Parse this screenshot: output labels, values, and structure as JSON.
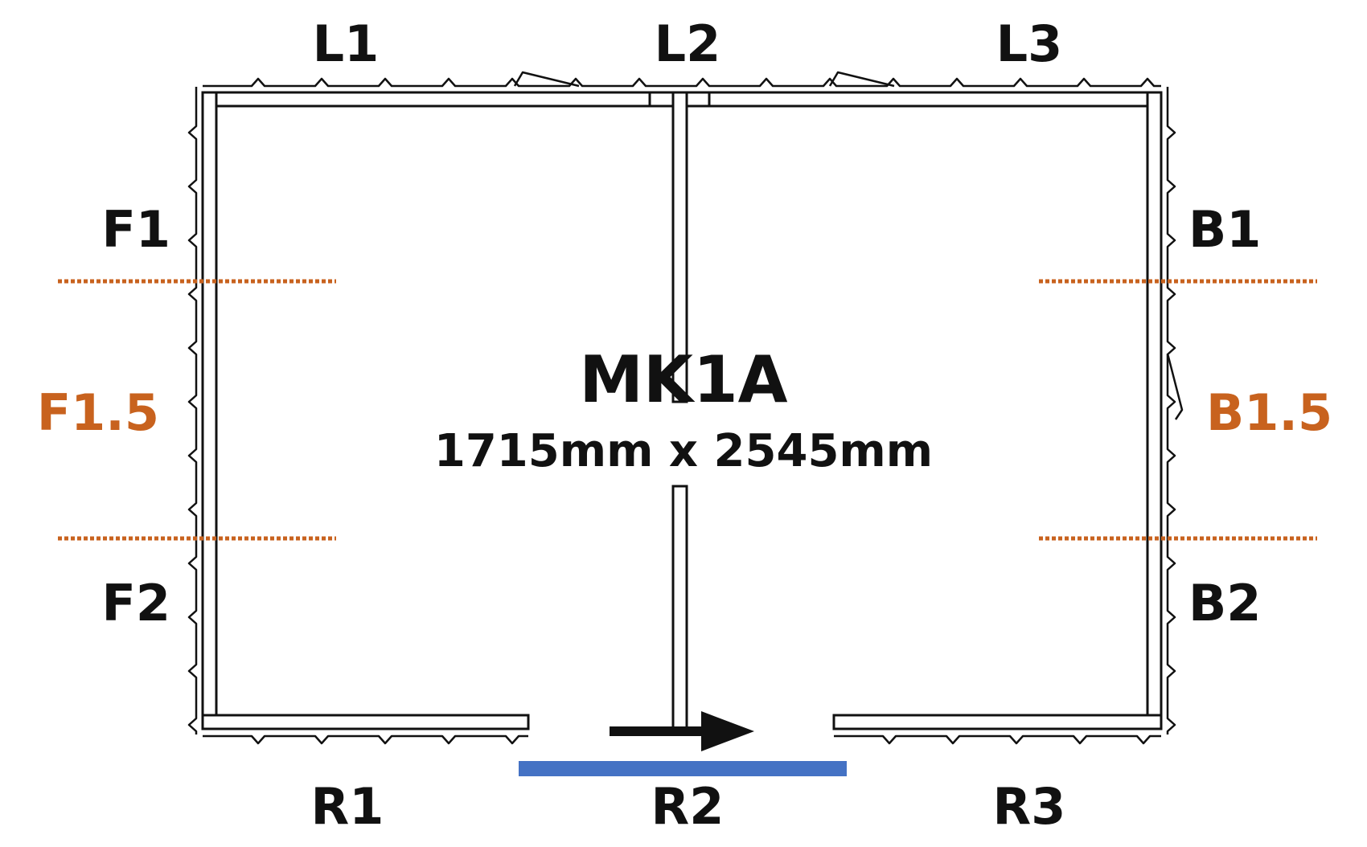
{
  "drawing": {
    "model": "MK1A",
    "dimensions": "1715mm x 2545mm",
    "panels": {
      "left": [
        "L1",
        "L2",
        "L3"
      ],
      "right": [
        "R1",
        "R2",
        "R3"
      ],
      "front": [
        "F1",
        "F1.5",
        "F2"
      ],
      "back": [
        "B1",
        "B1.5",
        "B2"
      ]
    }
  },
  "colors": {
    "line": "#111111",
    "cut_line": "#c8621e",
    "door_marker": "#4472c4"
  }
}
